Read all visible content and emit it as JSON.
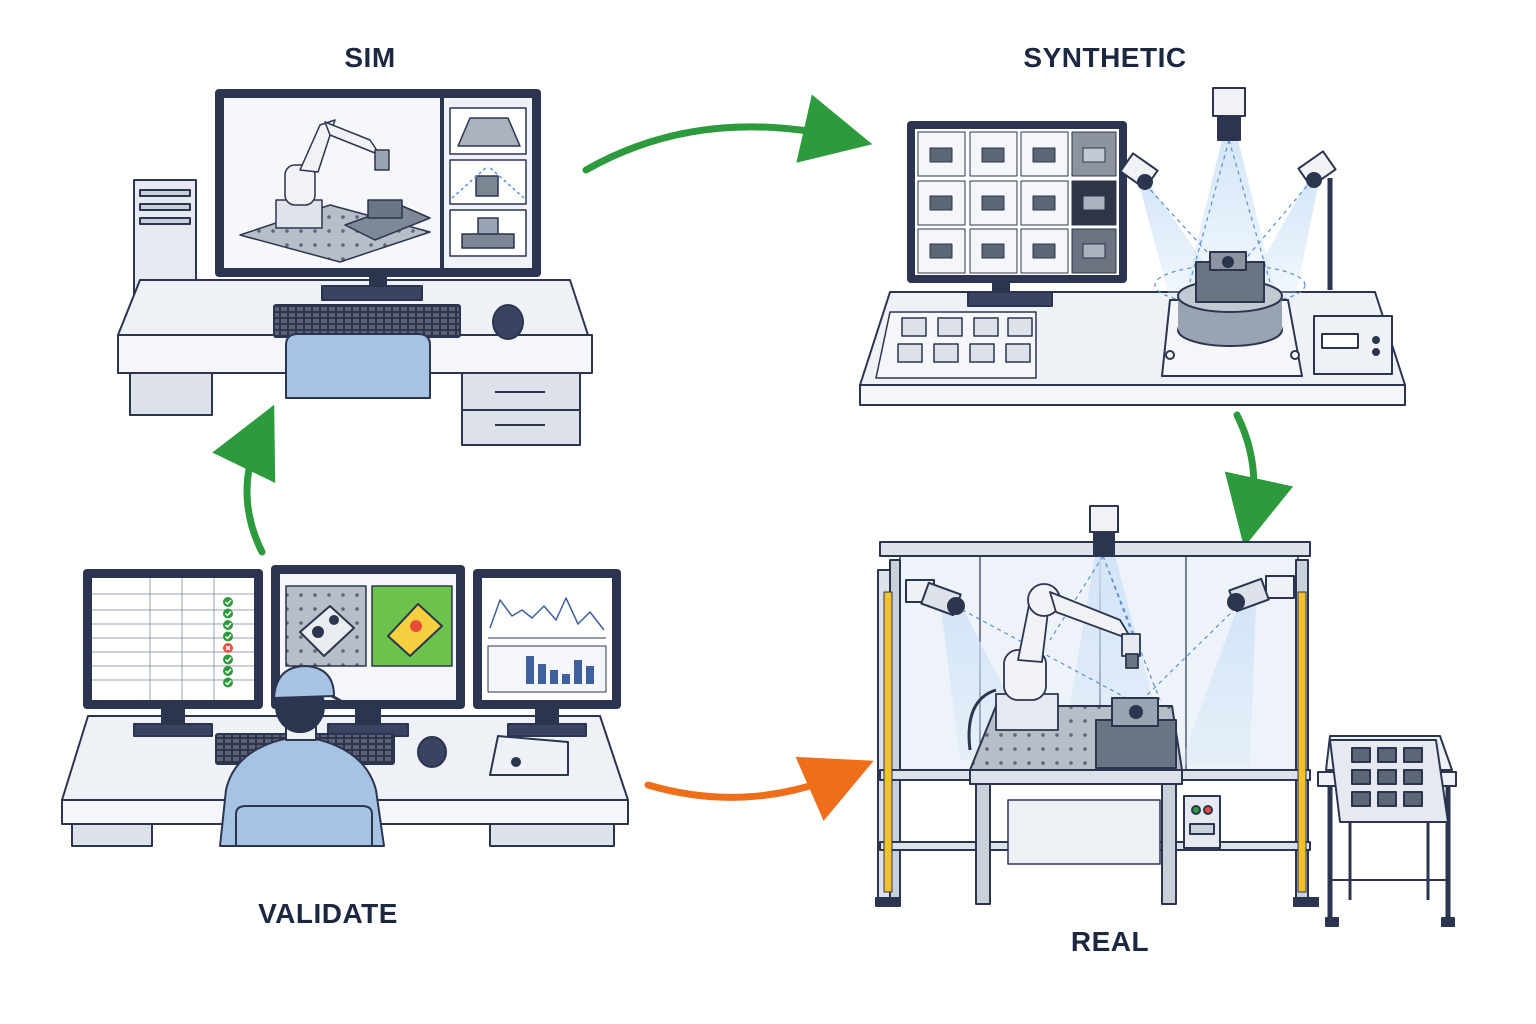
{
  "stages": {
    "sim": {
      "label": "SIM"
    },
    "synthetic": {
      "label": "SYNTHETIC"
    },
    "real": {
      "label": "REAL"
    },
    "validate": {
      "label": "VALIDATE"
    }
  },
  "arrows": [
    {
      "from": "sim",
      "to": "synthetic",
      "color": "#2e9a3e"
    },
    {
      "from": "synthetic",
      "to": "real",
      "color": "#2e9a3e"
    },
    {
      "from": "validate",
      "to": "real",
      "color": "#ee6e1a"
    },
    {
      "from": "validate",
      "to": "sim",
      "color": "#2e9a3e"
    }
  ],
  "colors": {
    "outline": "#2b3550",
    "desk": "#eef1f5",
    "screen_blue": "#a9c4e6",
    "light_beam": "#cfe3f7",
    "arrow_green": "#2e9a3e",
    "arrow_orange": "#ee6e1a",
    "safety_yellow": "#f2c12e"
  },
  "validation_checks": [
    "pass",
    "pass",
    "pass",
    "pass",
    "fail",
    "pass",
    "pass",
    "pass"
  ]
}
